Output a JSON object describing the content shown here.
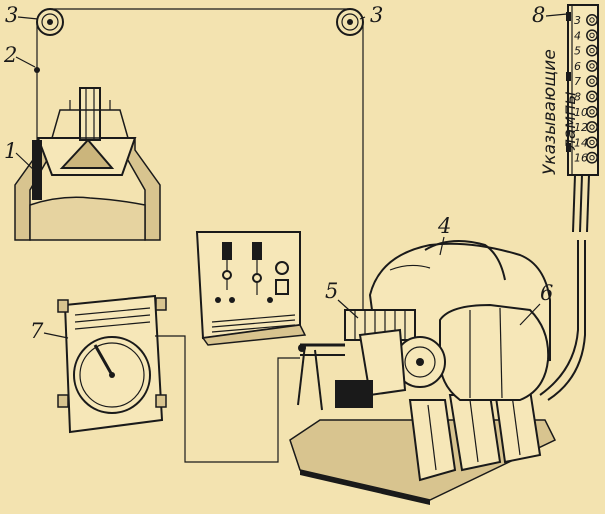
{
  "labels": {
    "n1": "1",
    "n2": "2",
    "n3a": "3",
    "n3b": "3",
    "n4": "4",
    "n5": "5",
    "n6": "6",
    "n7": "7",
    "n8": "8"
  },
  "panel": {
    "caption_line1": "Указывающие",
    "caption_line2": "лампы",
    "lamps": [
      "3",
      "4",
      "5",
      "6",
      "7",
      "8",
      "10",
      "12",
      "14",
      "16"
    ]
  },
  "colors": {
    "paper": "#f3e3b0",
    "ink": "#1a1a1a"
  }
}
